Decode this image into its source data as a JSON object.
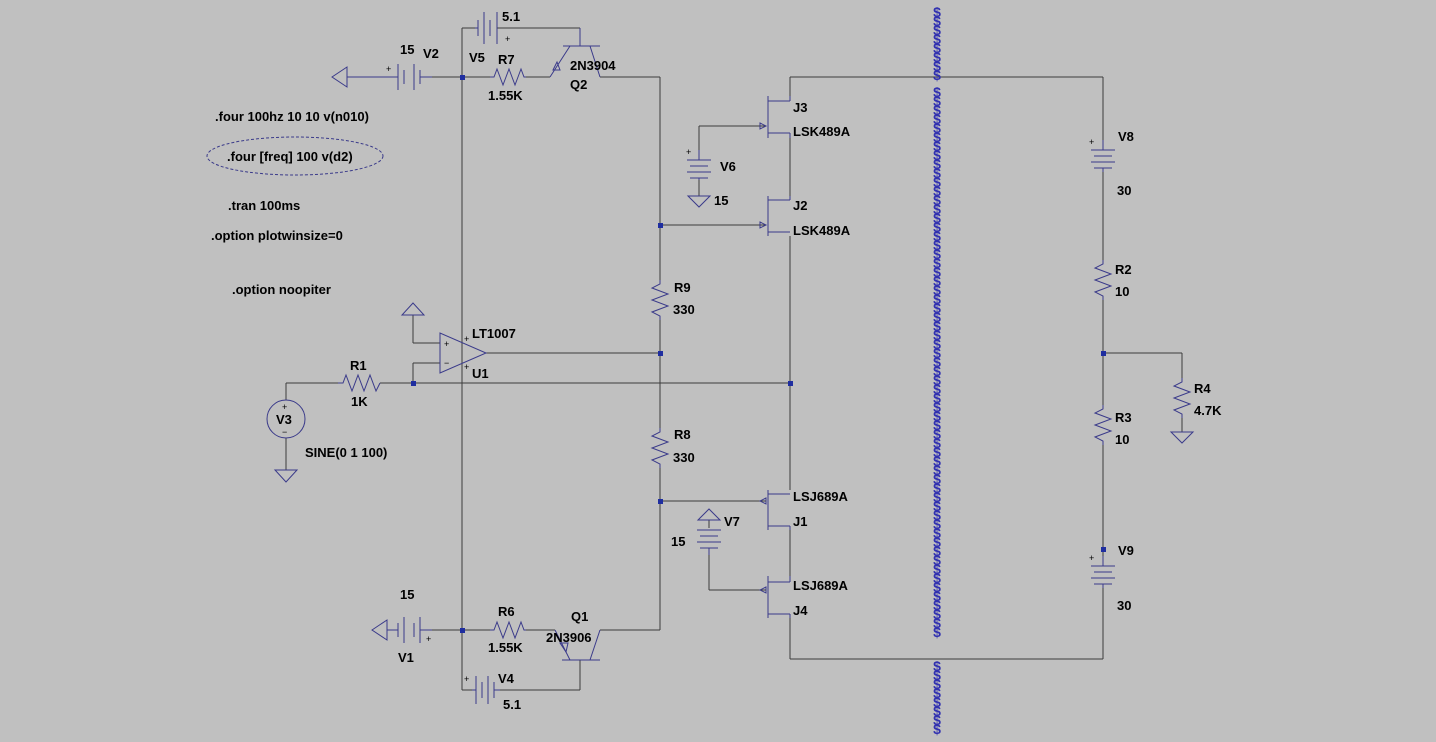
{
  "directives": {
    "four1": ".four 100hz 10 10 v(n010)",
    "four2": ".four [freq] 100 v(d2)",
    "tran": ".tran 100ms",
    "opt1": ".option plotwinsize=0",
    "opt2": ".option noopiter"
  },
  "components": {
    "V2": {
      "name": "V2",
      "value": "15"
    },
    "V5": {
      "name": "V5",
      "value": "5.1"
    },
    "R7": {
      "name": "R7",
      "value": "1.55K"
    },
    "Q2": {
      "name": "Q2",
      "model": "2N3904"
    },
    "U1": {
      "name": "U1",
      "model": "LT1007"
    },
    "R1": {
      "name": "R1",
      "value": "1K"
    },
    "V3": {
      "name": "V3",
      "value": "SINE(0 1 100)"
    },
    "V1": {
      "name": "V1",
      "value": "15"
    },
    "V4": {
      "name": "V4",
      "value": "5.1"
    },
    "R6": {
      "name": "R6",
      "value": "1.55K"
    },
    "Q1": {
      "name": "Q1",
      "model": "2N3906"
    },
    "R9": {
      "name": "R9",
      "value": "330"
    },
    "R8": {
      "name": "R8",
      "value": "330"
    },
    "J3": {
      "name": "J3",
      "model": "LSK489A"
    },
    "J2": {
      "name": "J2",
      "model": "LSK489A"
    },
    "J1": {
      "name": "J1",
      "model": "LSJ689A"
    },
    "J4": {
      "name": "J4",
      "model": "LSJ689A"
    },
    "V6": {
      "name": "V6",
      "value": "15"
    },
    "V7": {
      "name": "V7",
      "value": "15"
    },
    "V8": {
      "name": "V8",
      "value": "30"
    },
    "V9": {
      "name": "V9",
      "value": "30"
    },
    "R2": {
      "name": "R2",
      "value": "10"
    },
    "R3": {
      "name": "R3",
      "value": "10"
    },
    "R4": {
      "name": "R4",
      "value": "4.7K"
    }
  },
  "pins": {
    "plus": "+",
    "minus": "−",
    "v3plus": "+",
    "v3minus": "−"
  },
  "dollar_column": {
    "glyph": "$",
    "color": "#3030b0"
  },
  "colors": {
    "background": "#c0c0c0",
    "wire": "#3c3c3c",
    "component": "#3a3a8a",
    "junction": "#1f2ea0"
  }
}
